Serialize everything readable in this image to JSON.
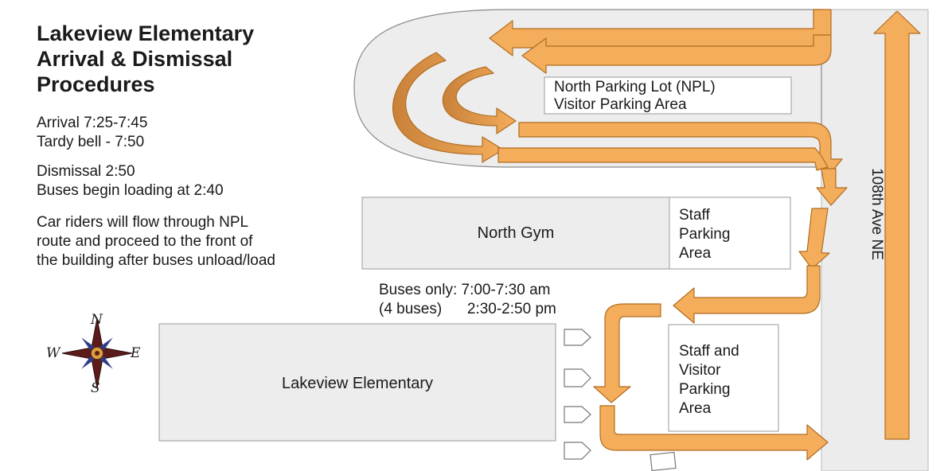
{
  "title": {
    "line1": "Lakeview Elementary",
    "line2": "Arrival & Dismissal",
    "line3": "Procedures"
  },
  "schedule": {
    "arrival": "Arrival 7:25-7:45",
    "tardy": "Tardy bell - 7:50",
    "dismissal": "Dismissal 2:50",
    "buses_loading": "Buses begin loading at 2:40"
  },
  "car_riders": {
    "line1": "Car riders will flow through NPL",
    "line2": "route and proceed to the front of",
    "line3": "the building after buses unload/load"
  },
  "buses": {
    "line1": "Buses only: 7:00-7:30 am",
    "line2": "(4 buses)      2:30-2:50 pm"
  },
  "areas": {
    "npl_line1": "North Parking Lot (NPL)",
    "npl_line2": "Visitor Parking Area",
    "north_gym": "North Gym",
    "staff_line1": "Staff",
    "staff_line2": "Parking",
    "staff_line3": "Area",
    "staff_visitor_line1": "Staff and",
    "staff_visitor_line2": "Visitor",
    "staff_visitor_line3": "Parking",
    "staff_visitor_line4": "Area",
    "school": "Lakeview Elementary"
  },
  "road": {
    "label": "108th Ave NE"
  },
  "compass": {
    "n": "N",
    "e": "E",
    "s": "S",
    "w": "W"
  },
  "colors": {
    "arrow_fill": "#f4ad5b",
    "arrow_stroke": "#b06d20",
    "road": "#ececec",
    "building": "#ededed"
  }
}
